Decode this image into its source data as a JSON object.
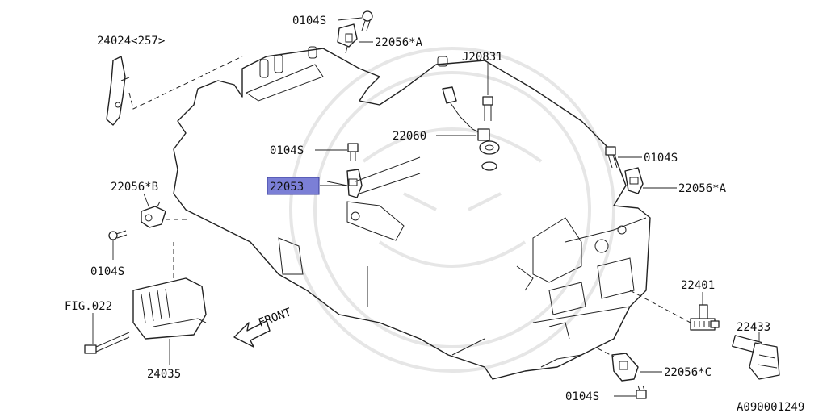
{
  "diagram": {
    "labels": {
      "p0104s_top": "0104S",
      "p22056a_top": "22056*A",
      "p24024": "24024<257>",
      "pj20831": "J20831",
      "p22060": "22060",
      "p0104s_mid": "0104S",
      "p22053": "22053",
      "p0104s_right": "0104S",
      "p22056a_right": "22056*A",
      "p22056b": "22056*B",
      "p0104s_left": "0104S",
      "p22401": "22401",
      "pfig022": "FIG.022",
      "pfront": "FRONT",
      "p22433": "22433",
      "p24035": "24035",
      "p22056c": "22056*C",
      "p0104s_bottom": "0104S",
      "ref_code": "A090001249"
    },
    "highlight_color": "#7b7fd6"
  }
}
